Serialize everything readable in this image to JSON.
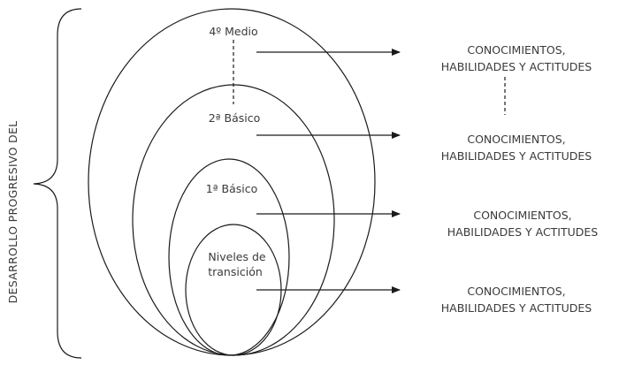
{
  "side_label": "DESARROLLO  PROGRESIVO DEL",
  "levels": [
    {
      "label": "4º Medio"
    },
    {
      "label": "2ª Básico"
    },
    {
      "label": "1ª Básico"
    },
    {
      "label_line1": "Niveles de",
      "label_line2": "transición"
    }
  ],
  "outcomes": [
    {
      "line1": "CONOCIMIENTOS,",
      "line2": "HABILIDADES Y ACTITUDES"
    },
    {
      "line1": "CONOCIMIENTOS,",
      "line2": "HABILIDADES Y ACTITUDES"
    },
    {
      "line1": "CONOCIMIENTOS,",
      "line2": "HABILIDADES Y ACTITUDES"
    },
    {
      "line1": "CONOCIMIENTOS,",
      "line2": "HABILIDADES Y ACTITUDES"
    }
  ],
  "colors": {
    "stroke": "#1a1a1a",
    "text": "#3a3a3a"
  }
}
